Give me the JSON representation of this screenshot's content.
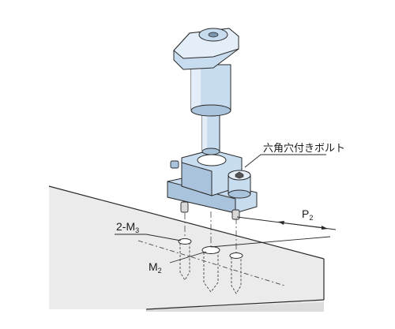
{
  "labels": {
    "hex_bolt": "六角穴付きボルト",
    "screw_count_prefix": "2-M",
    "screw_count_sub": "3",
    "pitch_main": "P",
    "pitch_sub": "2",
    "bolt_size_main": "M",
    "bolt_size_sub": "2"
  },
  "colors": {
    "part_fill": "#c8dcf0",
    "part_fill_dark": "#a9c3dc",
    "part_highlight": "#e4eef8",
    "outline": "#2a2a2a",
    "table_fill": "#ebebeb",
    "table_side": "#dcdcdc",
    "dash": "#444444"
  },
  "icons": {
    "part": "clamp-lever-assembly-icon"
  }
}
